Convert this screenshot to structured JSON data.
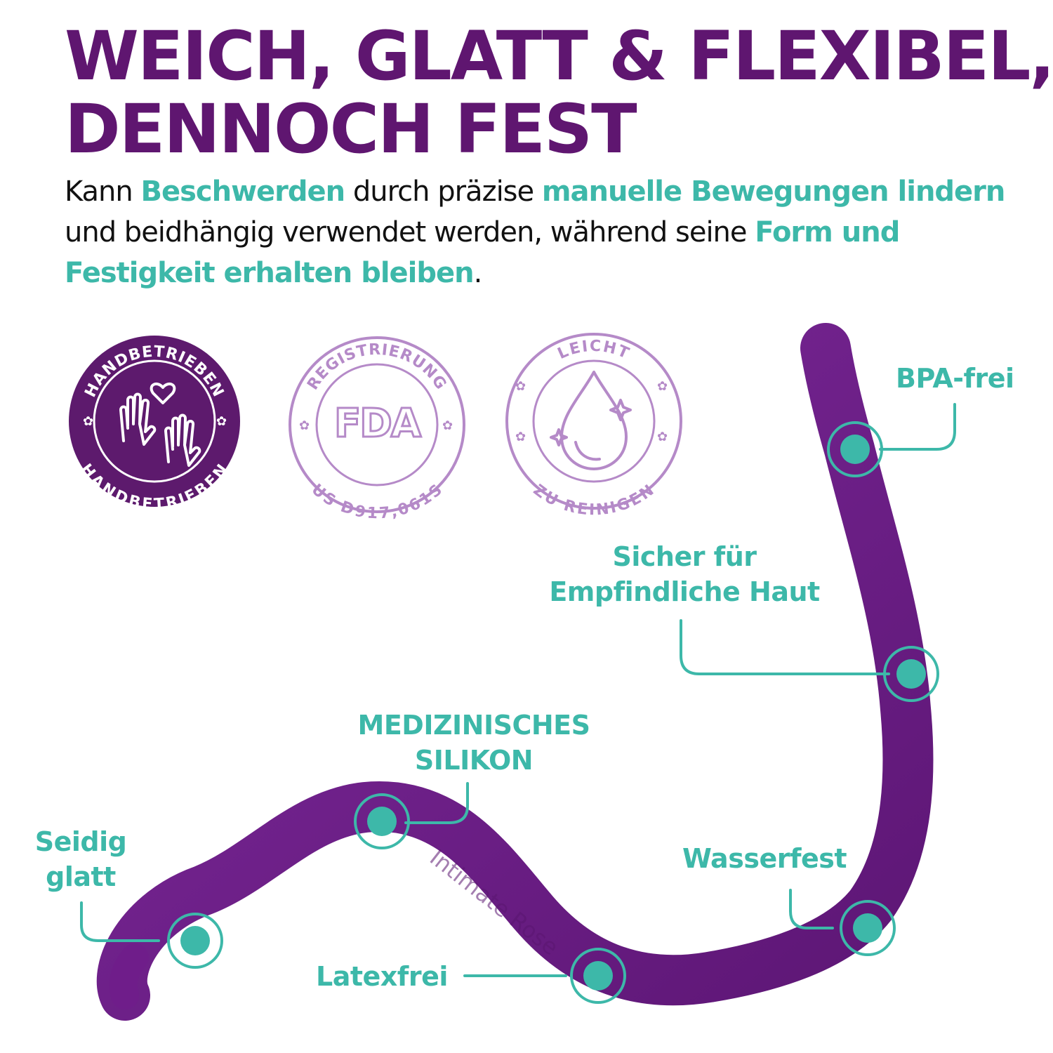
{
  "headline": {
    "line1": "WEICH, GLATT & FLEXIBEL,",
    "line2": "DENNOCH FEST"
  },
  "subheadline": {
    "p1": "Kann ",
    "h1": "Beschwerden",
    "p2": " durch präzise ",
    "h2": "manuelle Bewegungen lindern",
    "p3": " und beidhängig verwendet werden, während seine ",
    "h3": "Form und Festigkeit erhalten bleiben",
    "p4": "."
  },
  "badges": [
    {
      "top": "HANDBETRIEBEN",
      "bottom": "HANDBETRIEBEN",
      "icon": "hands-heart-icon",
      "style": "filled"
    },
    {
      "top": "REGISTRIERUNG",
      "center": "FDA",
      "bottom": "US D917,061S",
      "icon": "fda-logo",
      "style": "outline"
    },
    {
      "top": "LEICHT",
      "bottom": "ZU REINIGEN",
      "icon": "drop-sparkle-icon",
      "style": "outline"
    }
  ],
  "product": {
    "watermark": "Intimate Rose"
  },
  "callouts": {
    "bpa": "BPA-frei",
    "skin": [
      "Sicher für",
      "Empfindliche Haut"
    ],
    "medical": [
      "MEDIZINISCHES",
      "SILIKON"
    ],
    "silky": [
      "Seidig",
      "glatt"
    ],
    "waterproof": "Wasserfest",
    "latex": "Latexfrei"
  },
  "colors": {
    "headline": "#5f1670",
    "accent": "#3db8a9",
    "badge_fill": "#5d1a6d",
    "badge_outline": "#b58ac8",
    "product": "#6f1d8a",
    "text": "#111111"
  }
}
